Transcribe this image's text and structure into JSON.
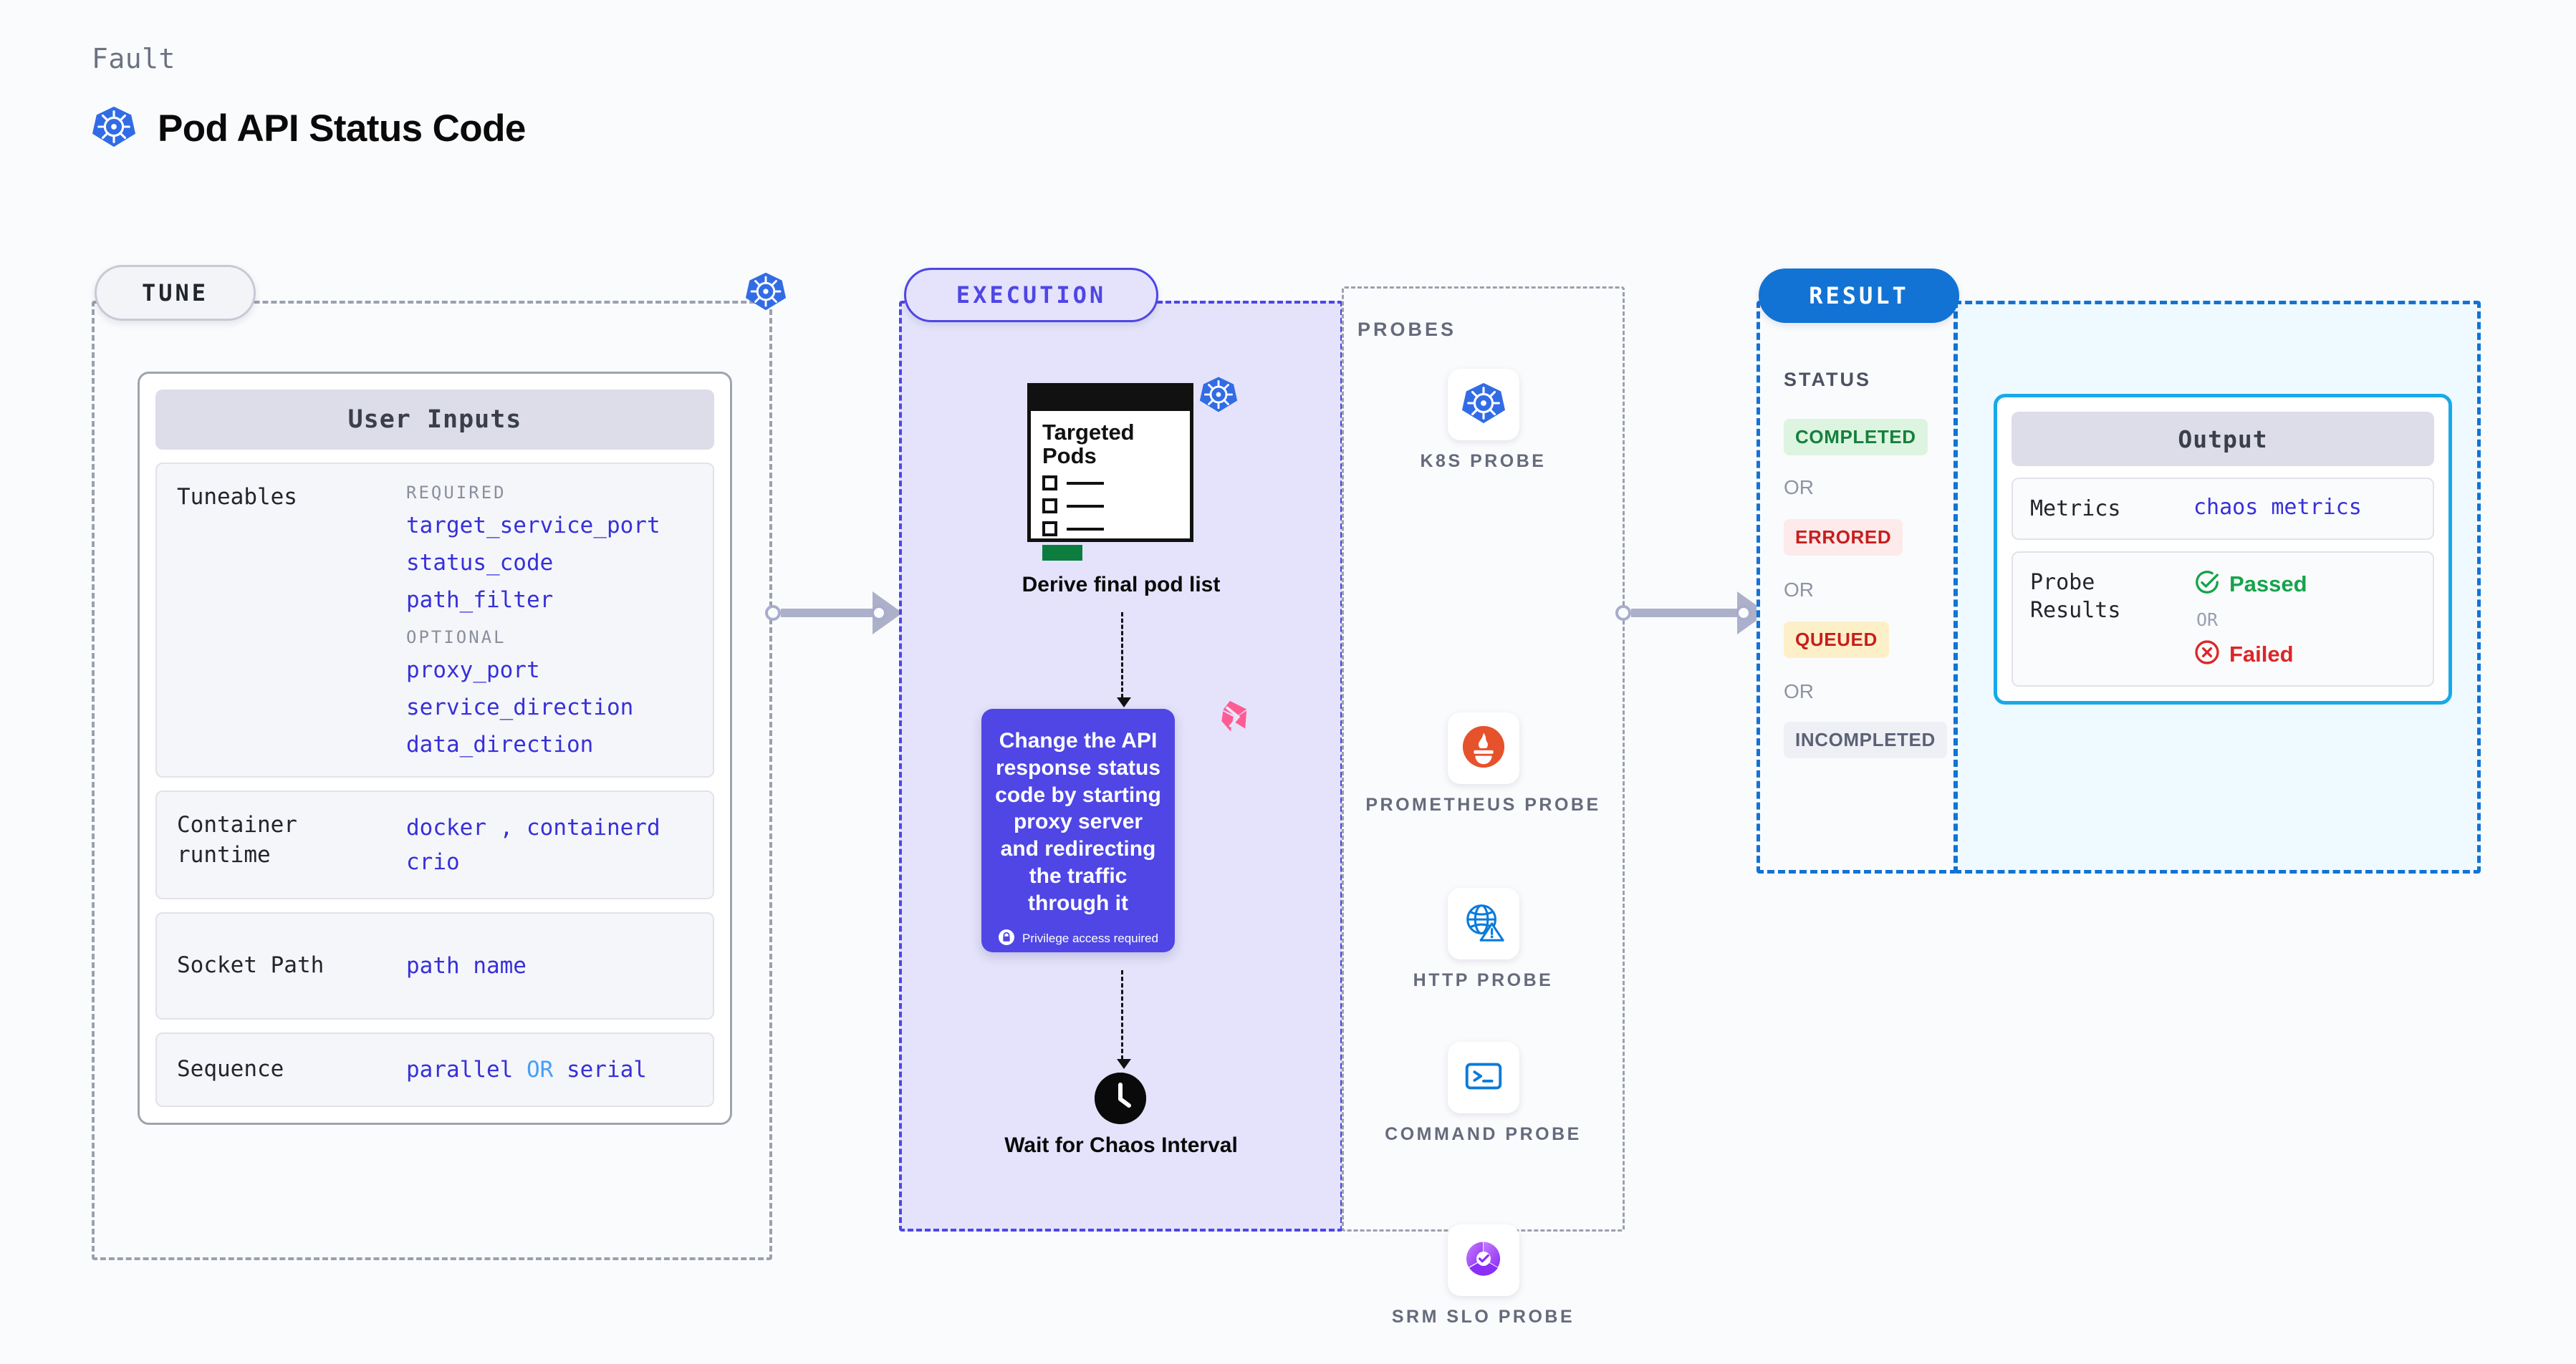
{
  "header": {
    "eyebrow": "Fault",
    "title": "Pod API Status Code",
    "icon": "kubernetes-icon"
  },
  "colors": {
    "indigo": "#3730d9",
    "execution_accent": "#4f46e5",
    "result_accent": "#1273d4",
    "output_border": "#18a9e8",
    "passed_green": "#16a34a",
    "failed_red": "#dc2626",
    "kubernetes_blue": "#326ce5",
    "litmus_pink": "#ff6699"
  },
  "tune": {
    "chip_label": "TUNE",
    "boundary_icon": "kubernetes-icon",
    "card_title": "User Inputs",
    "rows": [
      {
        "key": "Tuneables",
        "groups": [
          {
            "label": "REQUIRED",
            "values": [
              "target_service_port",
              "status_code",
              "path_filter"
            ]
          },
          {
            "label": "OPTIONAL",
            "values": [
              "proxy_port",
              "service_direction",
              "data_direction"
            ]
          }
        ]
      },
      {
        "key": "Container runtime",
        "values_line1": [
          "docker",
          ",",
          "containerd"
        ],
        "values_line2": [
          "crio"
        ]
      },
      {
        "key": "Socket Path",
        "value": "path name"
      },
      {
        "key": "Sequence",
        "value_left": "parallel",
        "value_or": "OR",
        "value_right": "serial"
      }
    ]
  },
  "execution": {
    "chip_label": "EXECUTION",
    "pods_card": {
      "title": "Targeted Pods",
      "badge_icon": "kubernetes-icon",
      "checkbox_rows": 3
    },
    "derive_caption": "Derive final pod list",
    "action_card": {
      "text": "Change the API response status code by starting proxy server and redirecting the traffic through it",
      "privilege_note": "Privilege access required",
      "privilege_icon": "lock-icon",
      "corner_icon": "litmus-icon"
    },
    "wait": {
      "icon": "clock-icon",
      "caption": "Wait for Chaos Interval"
    }
  },
  "probes": {
    "title": "PROBES",
    "items": [
      {
        "label": "K8S PROBE",
        "icon": "kubernetes-icon"
      },
      {
        "label": "PROMETHEUS PROBE",
        "icon": "prometheus-icon"
      },
      {
        "label": "HTTP PROBE",
        "icon": "globe-warning-icon"
      },
      {
        "label": "COMMAND PROBE",
        "icon": "terminal-icon"
      },
      {
        "label": "SRM SLO PROBE",
        "icon": "srm-slo-icon"
      }
    ]
  },
  "result": {
    "chip_label": "RESULT",
    "status_title": "STATUS",
    "or_label": "OR",
    "statuses": [
      {
        "label": "COMPLETED",
        "text_color": "#15803d",
        "bg_color": "#ddf5e0"
      },
      {
        "label": "ERRORED",
        "text_color": "#c81e1e",
        "bg_color": "#fdeaea"
      },
      {
        "label": "QUEUED",
        "text_color": "#c81e1e",
        "bg_color": "#fdf0c8"
      },
      {
        "label": "INCOMPLETED",
        "text_color": "#5c6275",
        "bg_color": "#eef0f5"
      }
    ]
  },
  "output": {
    "card_title": "Output",
    "metrics": {
      "key": "Metrics",
      "value": "chaos metrics"
    },
    "probe_results": {
      "key": "Probe Results",
      "passed": {
        "label": "Passed",
        "icon": "check-circle-icon"
      },
      "or_label": "OR",
      "failed": {
        "label": "Failed",
        "icon": "x-circle-icon"
      }
    }
  }
}
